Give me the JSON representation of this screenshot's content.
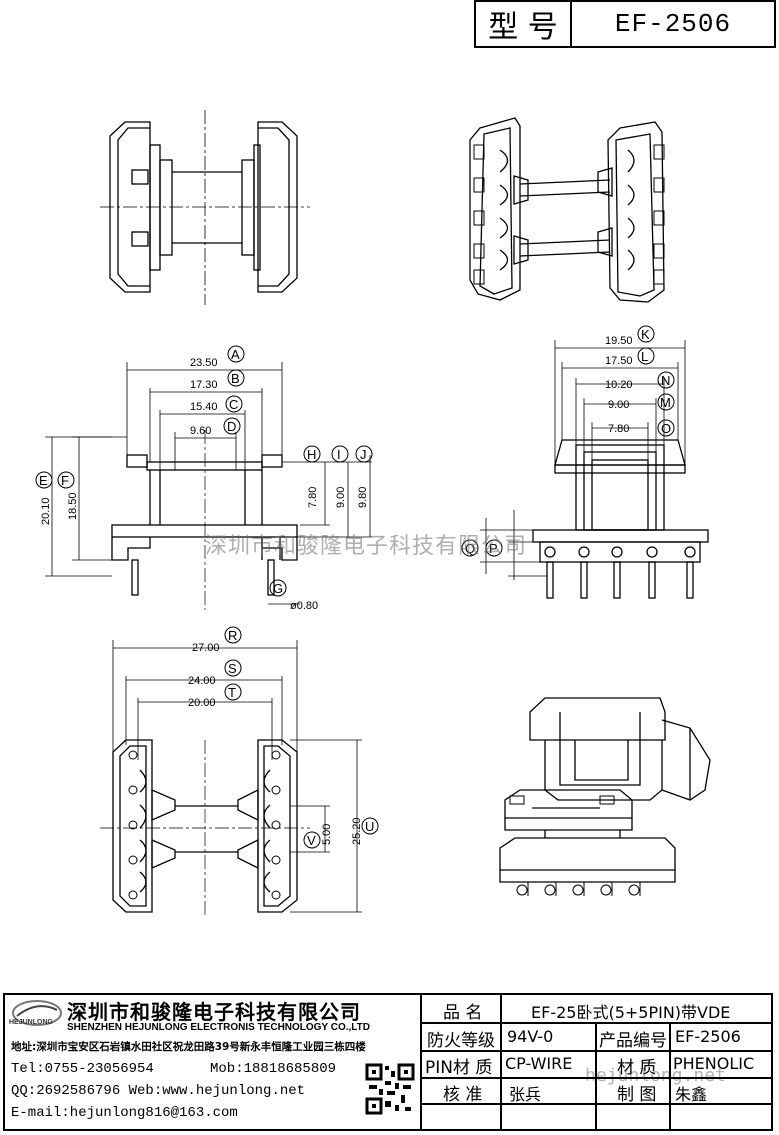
{
  "header": {
    "model_label": "型 号",
    "model_value": "EF-2506"
  },
  "dimensions": {
    "A": "23.50",
    "B": "17.30",
    "C": "15.40",
    "D": "9.60",
    "E": "20.10",
    "F": "18.50",
    "G": "ø0.80",
    "H": "7.80",
    "I": "9.00",
    "J": "9.80",
    "K": "19.50",
    "L": "17.50",
    "N": "10.20",
    "M": "9.00",
    "O": "7.80",
    "R": "27.00",
    "S": "24.00",
    "T": "20.00",
    "U": "25.20",
    "V": "5.00"
  },
  "letters": [
    "A",
    "B",
    "C",
    "D",
    "E",
    "F",
    "G",
    "H",
    "I",
    "J",
    "K",
    "L",
    "N",
    "M",
    "O",
    "P",
    "Q",
    "R",
    "S",
    "T",
    "U",
    "V"
  ],
  "watermark": "深圳市和骏隆电子科技有限公司",
  "watermark_url": "hejunlong.net",
  "company": {
    "logo_text": "HEJUNLONG",
    "name_cn": "深圳市和骏隆电子科技有限公司",
    "name_en": "SHENZHEN HEJUNLONG ELECTRONIS TECHNOLOGY CO.,LTD",
    "address": "地址:深圳市宝安区石岩镇水田社区祝龙田路39号新永丰恒隆工业园三栋四楼",
    "tel": "Tel:0755-23056954",
    "mob": "Mob:18818685809",
    "qq_web": "QQ:2692586796 Web:www.hejunlong.net",
    "email": "E-mail:hejunlong816@163.com"
  },
  "title_block": {
    "product_name_label": "品 名",
    "product_name_value": "EF-25卧式(5+5PIN)带VDE",
    "fire_rating_label": "防火等级",
    "fire_rating_value": "94V-0",
    "product_code_label": "产品编号",
    "product_code_value": "EF-2506",
    "pin_material_label": "PIN材 质",
    "pin_material_value": "CP-WIRE",
    "material_label": "材 质",
    "material_value": "PHENOLIC",
    "review_label": "核 准",
    "review_value": "张兵",
    "drawing_label": "制 图",
    "drawing_value": "朱鑫"
  }
}
